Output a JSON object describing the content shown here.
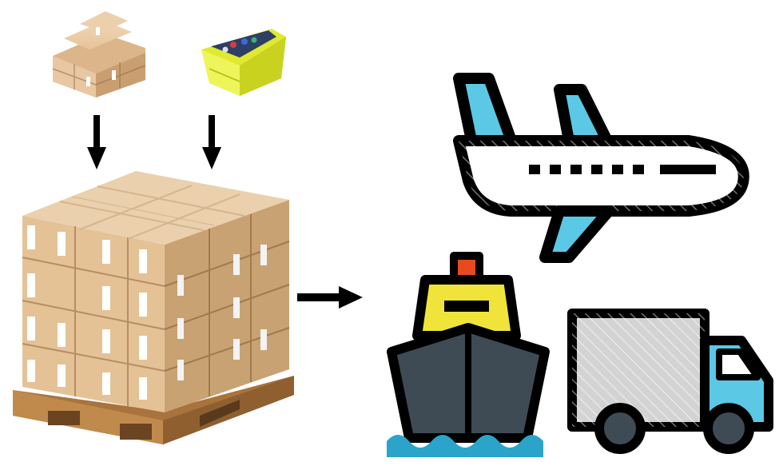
{
  "diagram": {
    "nodes": [
      {
        "id": "cartons",
        "icon": "carton-boxes-icon"
      },
      {
        "id": "tote",
        "icon": "yellow-tote-bin-icon"
      },
      {
        "id": "pallet",
        "icon": "palletized-boxes-icon"
      },
      {
        "id": "airplane",
        "icon": "airplane-icon"
      },
      {
        "id": "ship",
        "icon": "cargo-ship-icon"
      },
      {
        "id": "truck",
        "icon": "delivery-truck-icon"
      }
    ],
    "edges": [
      {
        "from": "cartons",
        "to": "pallet"
      },
      {
        "from": "tote",
        "to": "pallet"
      },
      {
        "from": "pallet",
        "to": "transport"
      }
    ],
    "colors": {
      "outline": "#000000",
      "cardboard": "#d9b48a",
      "tote_yellow": "#e4ef3a",
      "plane_accent": "#5bc8e6",
      "ship_hull": "#3e4b54",
      "ship_cabin": "#f0e43a",
      "ship_light": "#e84a1e",
      "water": "#2aa5c9",
      "truck_box": "#d3d3d3",
      "truck_cab": "#5bc8e6",
      "wheel": "#3e4b54",
      "pallet_wood": "#a8733d"
    }
  }
}
